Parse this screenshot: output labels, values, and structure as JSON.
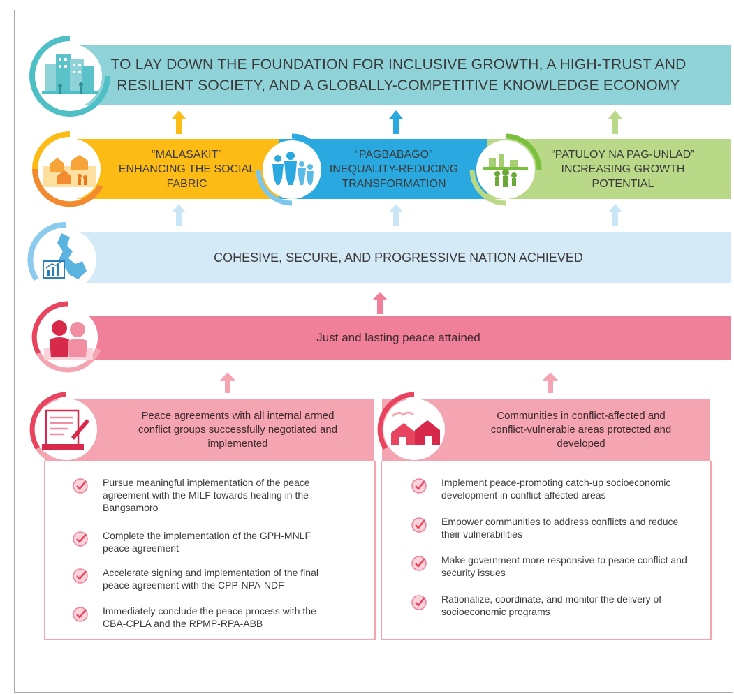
{
  "goal": {
    "line1": "TO LAY DOWN THE FOUNDATION FOR INCLUSIVE GROWTH, A HIGH-TRUST AND",
    "line2": "RESILIENT SOCIETY, AND A GLOBALLY-COMPETITIVE KNOWLEDGE ECONOMY"
  },
  "pillars": [
    {
      "title": "“MALASAKIT”",
      "line2": "ENHANCING THE SOCIAL",
      "line3": "FABRIC"
    },
    {
      "title": "“PAGBABAGO”",
      "line2": "INEQUALITY-REDUCING",
      "line3": "TRANSFORMATION"
    },
    {
      "title": "“PATULOY NA PAG-UNLAD”",
      "line2": "INCREASING GROWTH",
      "line3": "POTENTIAL"
    }
  ],
  "nation": "COHESIVE, SECURE, AND PROGRESSIVE NATION ACHIEVED",
  "peace": "Just and lasting peace attained",
  "sub_outcomes": [
    {
      "title_lines": [
        "Peace agreements with all internal armed",
        "conflict groups successfully negotiated and",
        "implemented"
      ],
      "items": [
        [
          "Pursue meaningful implementation of the peace",
          "agreement with the MILF towards healing in the",
          "Bangsamoro"
        ],
        [
          "Complete the implementation of the GPH-MNLF",
          "peace agreement"
        ],
        [
          "Accelerate signing and implementation of the final",
          "peace agreement with the CPP-NPA-NDF"
        ],
        [
          "Immediately conclude the peace process with the",
          "CBA-CPLA and the RPMP-RPA-ABB"
        ]
      ]
    },
    {
      "title_lines": [
        "Communities in conflict-affected and",
        "conflict-vulnerable areas protected and",
        "developed"
      ],
      "items": [
        [
          "Implement peace-promoting catch-up socioeconomic",
          "development in conflict-affected areas"
        ],
        [
          "Empower communities to address conflicts and reduce",
          "their vulnerabilities"
        ],
        [
          "Make government more responsive to peace conflict and",
          "security issues"
        ],
        [
          "Rationalize, coordinate, and monitor the delivery of",
          "socioeconomic programs"
        ]
      ]
    }
  ],
  "colors": {
    "goal": "#8fd3d8",
    "malasakit": "#fdbb15",
    "pagbabago": "#2aa8e0",
    "patuloy": "#b9d989",
    "nation": "#d4ebf7",
    "peace": "#f07f99",
    "sub": "#f5a4b2"
  }
}
